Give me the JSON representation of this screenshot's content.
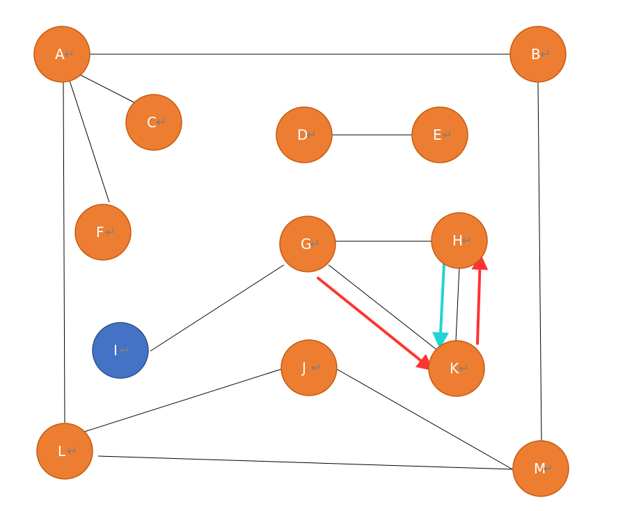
{
  "colors": {
    "node_fill": "#ED7D31",
    "node_stroke": "#C55A11",
    "highlight_fill": "#4472C4",
    "highlight_stroke": "#2F528F",
    "edge": "#000000",
    "arrow_red": "#FF3333",
    "arrow_cyan": "#22D3D8",
    "return_mark": "#7F7F7F"
  },
  "return_mark_glyph": "↵",
  "nodes": [
    {
      "id": "A",
      "label": "A",
      "highlight": false
    },
    {
      "id": "B",
      "label": "B",
      "highlight": false
    },
    {
      "id": "C",
      "label": "C",
      "highlight": false
    },
    {
      "id": "D",
      "label": "D",
      "highlight": false
    },
    {
      "id": "E",
      "label": "E",
      "highlight": false
    },
    {
      "id": "F",
      "label": "F",
      "highlight": false
    },
    {
      "id": "G",
      "label": "G",
      "highlight": false
    },
    {
      "id": "H",
      "label": "H",
      "highlight": false
    },
    {
      "id": "I",
      "label": "I",
      "highlight": true
    },
    {
      "id": "J",
      "label": "J",
      "highlight": false
    },
    {
      "id": "K",
      "label": "K",
      "highlight": false
    },
    {
      "id": "L",
      "label": "L",
      "highlight": false
    },
    {
      "id": "M",
      "label": "M",
      "highlight": false
    }
  ],
  "edges": [
    {
      "from": "A",
      "to": "B"
    },
    {
      "from": "A",
      "to": "C"
    },
    {
      "from": "A",
      "to": "F"
    },
    {
      "from": "A",
      "to": "L"
    },
    {
      "from": "B",
      "to": "M"
    },
    {
      "from": "D",
      "to": "E"
    },
    {
      "from": "G",
      "to": "H"
    },
    {
      "from": "G",
      "to": "I"
    },
    {
      "from": "G",
      "to": "K"
    },
    {
      "from": "H",
      "to": "K"
    },
    {
      "from": "J",
      "to": "L"
    },
    {
      "from": "J",
      "to": "M"
    },
    {
      "from": "L",
      "to": "M"
    }
  ],
  "arrows": [
    {
      "from": "G",
      "to": "K",
      "color": "red"
    },
    {
      "from": "K",
      "to": "H",
      "color": "red"
    },
    {
      "from": "H",
      "to": "K",
      "color": "cyan"
    }
  ]
}
